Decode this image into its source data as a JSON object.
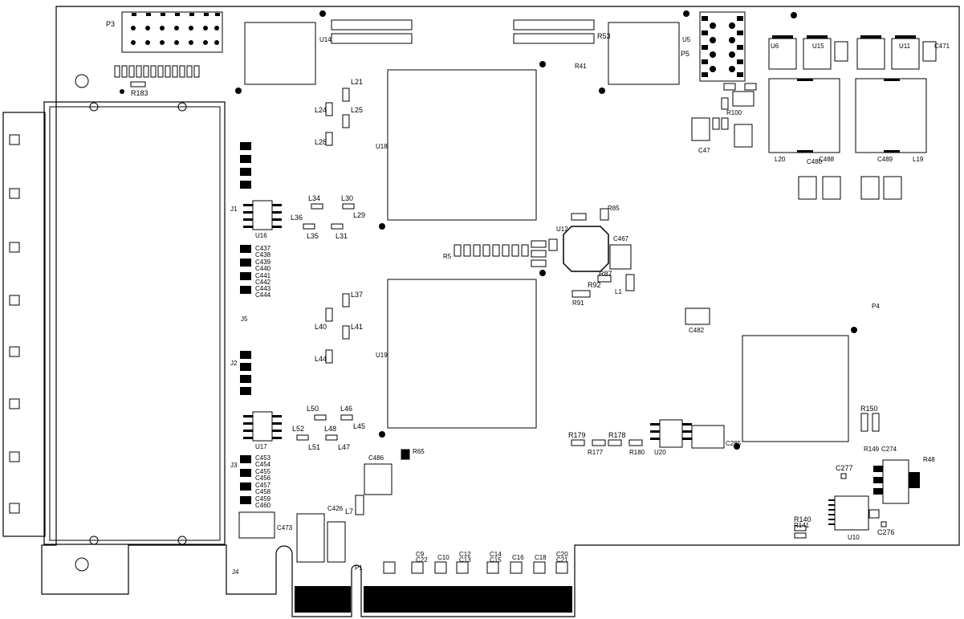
{
  "board": {
    "headers": {
      "p3": "P3",
      "p5": "P5",
      "p1": "P1",
      "p4": "P4",
      "j1": "J1",
      "j2": "J2",
      "j3": "J3",
      "j4": "J4",
      "j5": "J5"
    },
    "chips": {
      "u14": "U14",
      "u5": "U5",
      "u18": "U18",
      "u19": "U19",
      "u12": "U12",
      "u16": "U16",
      "u17": "U17",
      "u20": "U20",
      "u10": "U10",
      "u6": "U6",
      "u15": "U15",
      "u11": "U11"
    },
    "inductors": {
      "l21": "L21",
      "l24": "L24",
      "l25": "L25",
      "l28": "L28",
      "l34": "L34",
      "l30": "L30",
      "l36": "L36",
      "l35": "L35",
      "l31": "L31",
      "l29": "L29",
      "l37": "L37",
      "l40": "L40",
      "l41": "L41",
      "l44": "L44",
      "l50": "L50",
      "l46": "L46",
      "l52": "L52",
      "l48": "L48",
      "l45": "L45",
      "l51": "L51",
      "l47": "L47",
      "l7": "L7",
      "l1": "L1",
      "l20": "L20",
      "l19": "L19"
    },
    "resistors": {
      "r183": "R183",
      "r53": "R53",
      "r41": "R41",
      "r5": "R5",
      "r85": "R85",
      "r87": "R87",
      "r92": "R92",
      "r91": "R91",
      "r100": "R100",
      "r179": "R179",
      "r178": "R178",
      "r177": "R177",
      "r180": "R180",
      "r150": "R150",
      "r140": "R140",
      "r141": "R141",
      "r65": "R65",
      "r149": "R149",
      "r48": "R48"
    },
    "capacitors": {
      "c437": "C437",
      "c438": "C438",
      "c439": "C439",
      "c440": "C440",
      "c441": "C441",
      "c442": "C442",
      "c443": "C443",
      "c444": "C444",
      "c453": "C453",
      "c454": "C454",
      "c455": "C455",
      "c456": "C456",
      "c457": "C457",
      "c458": "C458",
      "c459": "C459",
      "c460": "C460",
      "c486": "C486",
      "c473": "C473",
      "c426": "C426",
      "c467": "C467",
      "c482": "C482",
      "c471": "C471",
      "c47": "C47",
      "c488": "C488",
      "c480": "C480",
      "c489": "C489",
      "c285": "C285",
      "c274": "C274",
      "c277": "C277",
      "c276": "C276",
      "c9": "C9",
      "c22": "C22",
      "c10": "C10",
      "c12": "C12",
      "c13": "C13",
      "c14": "C14",
      "c15": "C15",
      "c16": "C16",
      "c18": "C18",
      "c20": "C20",
      "c21": "C21"
    }
  }
}
